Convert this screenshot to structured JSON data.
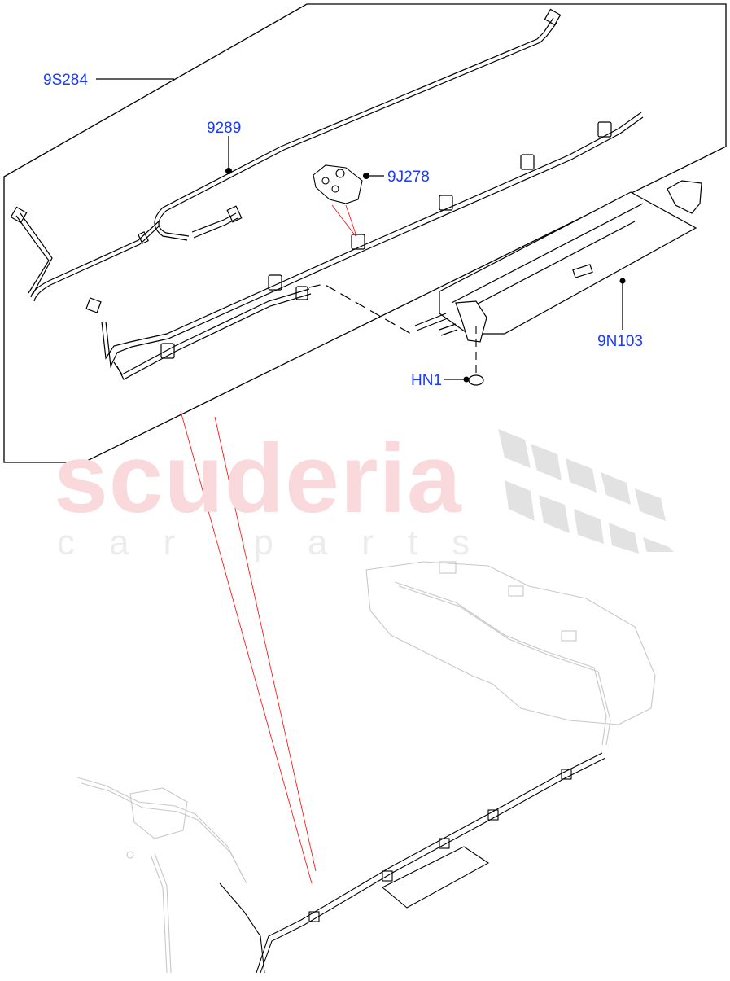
{
  "diagram": {
    "type": "exploded parts diagram",
    "subject": "Fuel lines and vapour canister assembly",
    "callouts": [
      {
        "id": "9S284",
        "label": "9S284",
        "target": "fuel-line-assembly-outline"
      },
      {
        "id": "9289",
        "label": "9289",
        "target": "fuel-line"
      },
      {
        "id": "9J278",
        "label": "9J278",
        "target": "fuel-line-clip"
      },
      {
        "id": "9N103",
        "label": "9N103",
        "target": "fuel-vapour-canister"
      },
      {
        "id": "HN1",
        "label": "HN1",
        "target": "nut"
      }
    ]
  },
  "watermark": {
    "brand": "scuderia",
    "tagline": "car parts",
    "brand_color": "#f9d9dc",
    "tagline_color": "#ececec"
  },
  "colors": {
    "callout_text": "#1a3bff",
    "line_art": "#000000",
    "leader_red": "#ff0000",
    "ghost_art": "#c8c8c8"
  }
}
